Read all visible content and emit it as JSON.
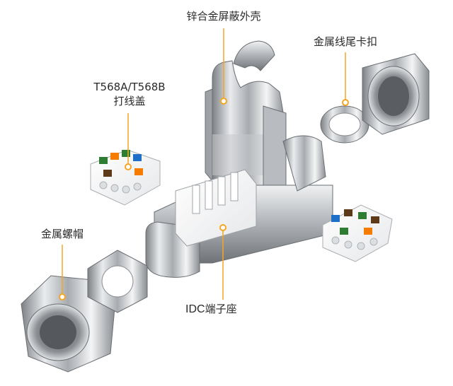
{
  "diagram": {
    "labels": {
      "zinc_shell": "锌合金屏蔽外壳",
      "tail_clip": "金属线尾卡扣",
      "wiring_cap_line1": "T568A/T568B",
      "wiring_cap_line2": "打线盖",
      "screw_cap": "金属螺帽",
      "idc_prefix": "IDC",
      "idc_suffix": "端子座"
    },
    "callout_color": "#f5a623",
    "wire_colors": [
      "#2e7d32",
      "#f57c00",
      "#1e6fc8",
      "#5d3a1a"
    ]
  }
}
